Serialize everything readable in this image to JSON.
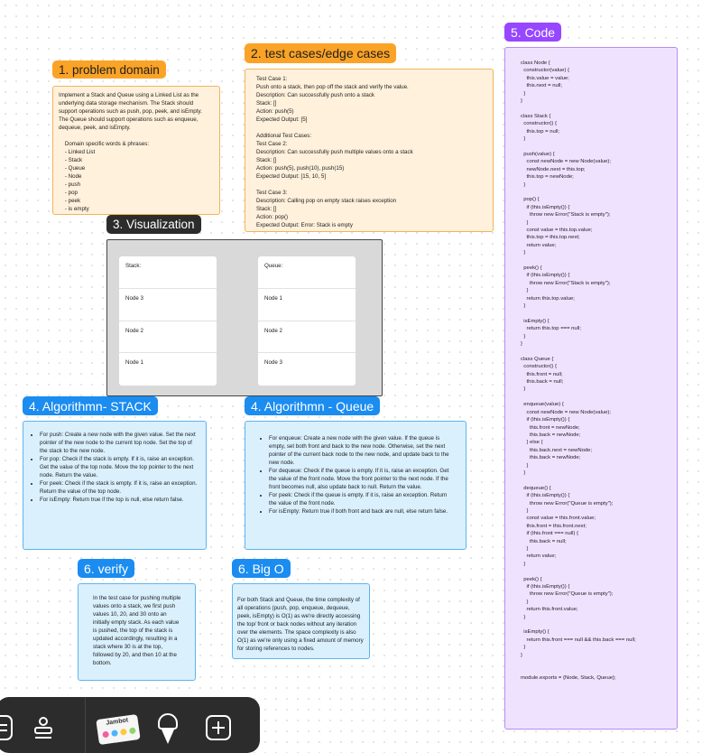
{
  "problem": {
    "heading": "1. problem domain",
    "lines": [
      "Implement a Stack and Queue using a Linked List as the",
      "underlying data storage mechanism. The Stack should",
      "support operations such as push, pop, peek, and isEmpty.",
      "The Queue should support operations such as enqueue,",
      "dequeue, peek, and isEmpty.",
      "",
      "    Domain specific words & phrases:",
      "    - Linked List",
      "    - Stack",
      "    - Queue",
      "    - Node",
      "    - push",
      "    - pop",
      "    - peek",
      "    - is empty"
    ]
  },
  "tests": {
    "heading": "2. test cases/edge cases",
    "lines": [
      "Test Case 1:",
      "Push onto a stack, then pop off the stack and verify the value.",
      "Description: Can successfully push onto a stack",
      "Stack: []",
      "Action: push(5)",
      "Expected Output: [5]",
      "",
      "Additional Test Cases:",
      "Test Case 2:",
      "Description: Can successfully push multiple values onto a stack",
      "Stack: []",
      "Action: push(5), push(10), push(15)",
      "Expected Output: [15, 10, 5]",
      "",
      "Test Case 3:",
      "Description: Calling pop on empty stack raises exception",
      "Stack: []",
      "Action: pop()",
      "Expected Output: Error: Stack is empty"
    ]
  },
  "visualization": {
    "heading": "3. Visualization",
    "stack": [
      "Stack:",
      "Node 3",
      "Node 2",
      "Node 1"
    ],
    "queue": [
      "Queue:",
      "Node 1",
      "Node 2",
      "Node 3"
    ]
  },
  "algo_stack": {
    "heading": "4. Algorithmn- STACK",
    "items": [
      "For push: Create a new node with the given value. Set the next pointer of the new node to the current top node. Set the top of the stack to the new node.",
      "For pop: Check if the stack is empty. If it is, raise an exception. Get the value of the top node. Move the top pointer to the next node. Return the value.",
      "For peek: Check if the stack is empty. If it is, raise an exception. Return the value of the top node.",
      "For isEmpty: Return true if the top is null, else return false."
    ]
  },
  "algo_queue": {
    "heading": "4. Algorithmn - Queue",
    "items": [
      "For enqueue: Create a new node with the given value. If the queue is empty, set both front and back to the new node. Otherwise, set the next pointer of the current back node to the new node, and update back to the new node.",
      "For dequeue: Check if the queue is empty. If it is, raise an exception. Get the value of the front node. Move the front pointer to the next node. If the front becomes null, also update back to null. Return the value.",
      "For peek: Check if the queue is empty. If it is, raise an exception. Return the value of the front node.",
      "For isEmpty: Return true if both front and back are null, else return false."
    ]
  },
  "verify": {
    "heading": "6. verify",
    "text": "In the test case for pushing multiple values onto a stack, we first push values 10, 20, and 30 onto an initially empty stack. As each value is pushed, the top of the stack is updated accordingly, resulting in a stack where 30 is at the top, followed by 20, and then 10 at the bottom."
  },
  "bigo": {
    "heading": "6. Big O",
    "text": "For both Stack and Queue, the time complexity of all operations (push, pop, enqueue, dequeue, peek, isEmpty) is O(1) as we're directly accessing the top/ front or back nodes without any iteration over the elements. The space complexity is also O(1) as we're only using a fixed amount of memory for storing references to nodes."
  },
  "code": {
    "heading": "5. Code",
    "lines": [
      "class Node {",
      "  constructor(value) {",
      "    this.value = value;",
      "    this.next = null;",
      "  }",
      "}",
      "",
      "class Stack {",
      "  constructor() {",
      "    this.top = null;",
      "  }",
      "",
      "  push(value) {",
      "    const newNode = new Node(value);",
      "    newNode.next = this.top;",
      "    this.top = newNode;",
      "  }",
      "",
      "  pop() {",
      "    if (this.isEmpty()) {",
      "      throw new Error(\"Stack is empty\");",
      "    }",
      "    const value = this.top.value;",
      "    this.top = this.top.next;",
      "    return value;",
      "  }",
      "",
      "  peek() {",
      "    if (this.isEmpty()) {",
      "      throw new Error(\"Stack is empty\");",
      "    }",
      "    return this.top.value;",
      "  }",
      "",
      "  isEmpty() {",
      "    return this.top === null;",
      "  }",
      "}",
      "",
      "class Queue {",
      "  constructor() {",
      "    this.front = null;",
      "    this.back = null;",
      "  }",
      "",
      "  enqueue(value) {",
      "    const newNode = new Node(value);",
      "    if (this.isEmpty()) {",
      "      this.front = newNode;",
      "      this.back = newNode;",
      "    } else {",
      "      this.back.next = newNode;",
      "      this.back = newNode;",
      "    }",
      "  }",
      "",
      "  dequeue() {",
      "    if (this.isEmpty()) {",
      "      throw new Error(\"Queue is empty\");",
      "    }",
      "    const value = this.front.value;",
      "    this.front = this.front.next;",
      "    if (this.front === null) {",
      "      this.back = null;",
      "    }",
      "    return value;",
      "  }",
      "",
      "  peek() {",
      "    if (this.isEmpty()) {",
      "      throw new Error(\"Queue is empty\");",
      "    }",
      "    return this.front.value;",
      "  }",
      "",
      "  isEmpty() {",
      "    return this.front === null && this.back === null;",
      "  }",
      "}",
      "",
      "",
      "module.exports = {Node, Stack, Queue};"
    ]
  },
  "toolbar": {
    "sticker_text": "Jambot",
    "icons": [
      "table-icon",
      "stamp-icon",
      "sticker-pack-icon",
      "ice-cream-sticker-icon",
      "plus-icon"
    ]
  }
}
